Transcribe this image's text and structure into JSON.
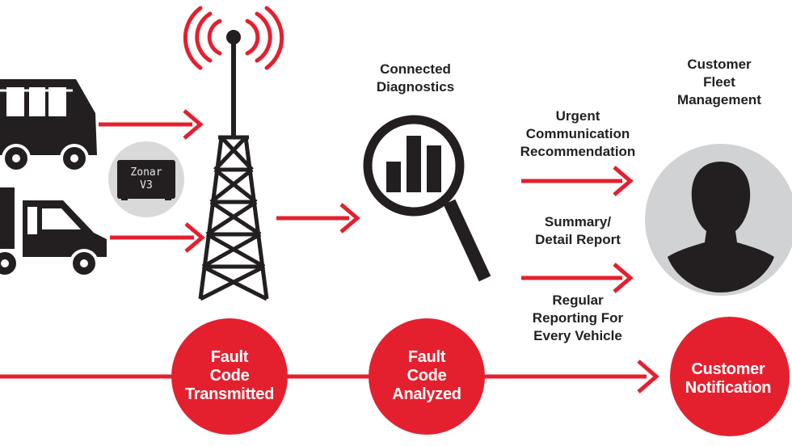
{
  "device": {
    "line1": "Zonar",
    "line2": "V3"
  },
  "diagnostics": {
    "line1": "Connected",
    "line2": "Diagnostics"
  },
  "customer": {
    "line1": "Customer",
    "line2": "Fleet",
    "line3": "Management"
  },
  "outputs": {
    "urgent": {
      "line1": "Urgent",
      "line2": "Communication",
      "line3": "Recommendation"
    },
    "summary": {
      "line1": "Summary/",
      "line2": "Detail Report"
    },
    "regular": {
      "line1": "Regular",
      "line2": "Reporting For",
      "line3": "Every Vehicle"
    }
  },
  "stages": [
    {
      "line1": "Fault",
      "line2": "Code",
      "line3": "Transmitted"
    },
    {
      "line1": "Fault",
      "line2": "Code",
      "line3": "Analyzed"
    },
    {
      "line1": "Customer",
      "line2": "Notification"
    }
  ],
  "icons": [
    "box-truck-icon",
    "semi-truck-icon",
    "telematics-device-icon",
    "radio-tower-icon",
    "magnifier-chart-icon",
    "person-avatar-icon"
  ],
  "colors": {
    "accent": "#e4202f",
    "dark": "#231f20",
    "avatar_bg": "#d1d2d4",
    "device_bg": "#d9d9d9"
  }
}
